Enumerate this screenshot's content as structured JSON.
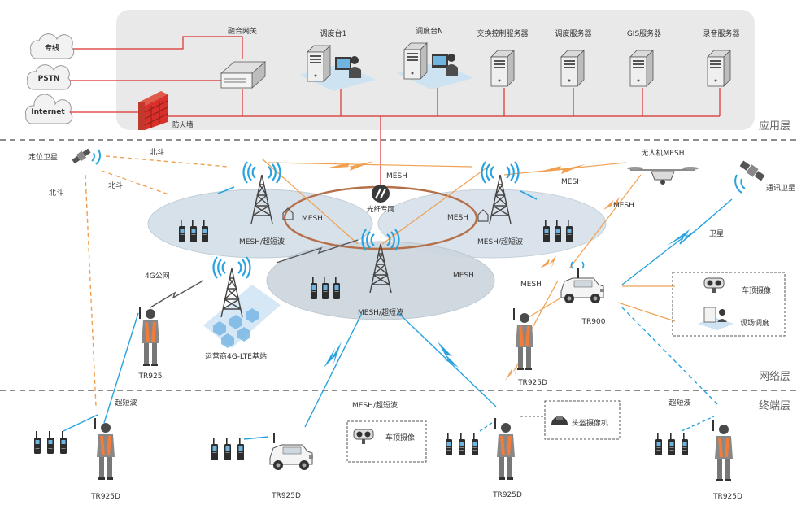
{
  "app_layer": {
    "label": "应用层",
    "external_lines": [
      "专线",
      "PSTN",
      "Internet"
    ],
    "gateway": "融合网关",
    "firewall": "防火墙",
    "consoles": [
      "调度台1",
      "调度台N"
    ],
    "servers": [
      "交换控制服务器",
      "调度服务器",
      "GIS服务器",
      "录音服务器"
    ]
  },
  "network_layer": {
    "label": "网络层",
    "positioning_satellite": "定位卫星",
    "beidou": [
      "北斗",
      "北斗",
      "北斗"
    ],
    "comm_satellite": "通讯卫星",
    "satellite_link": "卫星",
    "fiber_ring": "光纤专网",
    "mesh_labels": [
      "MESH",
      "MESH",
      "MESH",
      "MESH",
      "MESH",
      "MESH"
    ],
    "tower_labels": [
      "MESH/超短波",
      "MESH/超短波",
      "MESH/超短波"
    ],
    "uav": "无人机MESH",
    "public_4g": "4G公网",
    "carrier_station": "运营商4G-LTE基站",
    "vehicle_tr900": "TR900",
    "roof_camera": "车顶摄像",
    "field_dispatch": "现场调度",
    "tr925": "TR925",
    "tr925d": "TR925D"
  },
  "terminal_layer": {
    "label": "终端层",
    "uhf_labels": [
      "超短波",
      "超短波"
    ],
    "mesh_uhf": "MESH/超短波",
    "roof_camera": "车顶摄像",
    "helmet_camera": "头盔摄像机",
    "terminals": [
      "TR925D",
      "TR925D",
      "TR925D",
      "TR925D"
    ]
  },
  "colors": {
    "red_link": "#d9302c",
    "orange_link": "#f0a050",
    "blue_link": "#2a9be0",
    "ring": "#b5704a",
    "app_panel": "#e9e9e9"
  }
}
